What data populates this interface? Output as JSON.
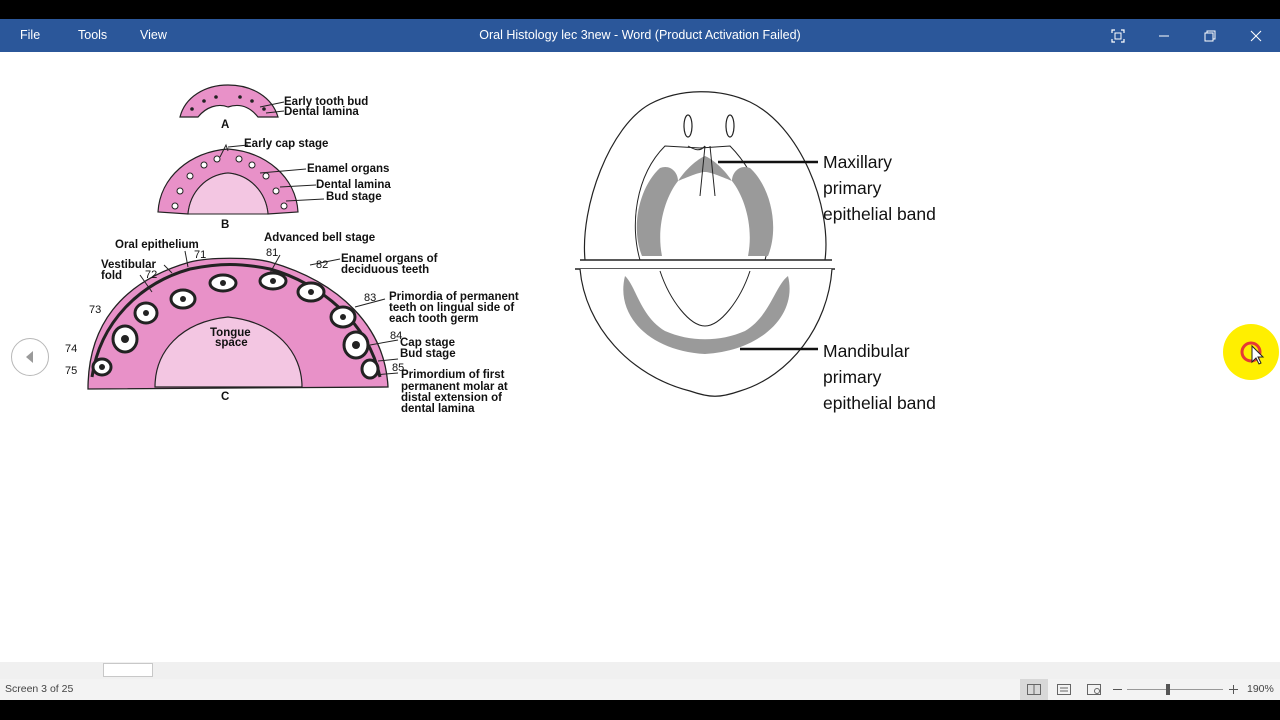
{
  "window": {
    "title": "Oral Histology lec 3new - Word (Product Activation Failed)",
    "menu": [
      "File",
      "Tools",
      "View"
    ]
  },
  "figure_left": {
    "labels": {
      "early_tooth_bud": "Early tooth bud",
      "dental_lamina_a": "Dental lamina",
      "panel_a": "A",
      "early_cap_stage": "Early cap stage",
      "enamel_organs": "Enamel organs",
      "dental_lamina_b": "Dental lamina",
      "bud_stage_b": "Bud stage",
      "panel_b": "B",
      "advanced_bell_stage": "Advanced bell stage",
      "oral_epithelium": "Oral epithelium",
      "vestibular": "Vestibular",
      "fold": "fold",
      "enamel_organs_deciduous_1": "Enamel organs of",
      "enamel_organs_deciduous_2": "deciduous teeth",
      "primordia_1": "Primordia of permanent",
      "primordia_2": "teeth on lingual side of",
      "primordia_3": "each tooth germ",
      "tongue_1": "Tongue",
      "tongue_2": "space",
      "cap_stage": "Cap stage",
      "bud_stage_c": "Bud stage",
      "primordium_1": "Primordium of first",
      "primordium_2": "permanent molar at",
      "primordium_3": "distal extension of",
      "primordium_4": "dental lamina",
      "panel_c": "C"
    },
    "numbers": {
      "n71": "71",
      "n72": "72",
      "n73": "73",
      "n74": "74",
      "n75": "75",
      "n81": "81",
      "n82": "82",
      "n83": "83",
      "n84": "84",
      "n85": "85"
    }
  },
  "figure_right": {
    "maxillary": [
      "Maxillary",
      "primary",
      "epithelial band"
    ],
    "mandibular": [
      "Mandibular",
      "primary",
      "epithelial band"
    ]
  },
  "status": {
    "screen": "Screen 3 of 25",
    "zoom": "190%"
  },
  "colors": {
    "titlebar": "#2b579a",
    "tissue_pink": "#e891c8",
    "tissue_light": "#f3c6e2",
    "band_gray": "#9a9a9a",
    "highlight": "#ffef00"
  },
  "icons": {
    "prev": "chevron-left-icon",
    "focus": "focus-mode-icon",
    "minimize": "minimize-icon",
    "restore": "restore-icon",
    "close": "close-icon"
  }
}
